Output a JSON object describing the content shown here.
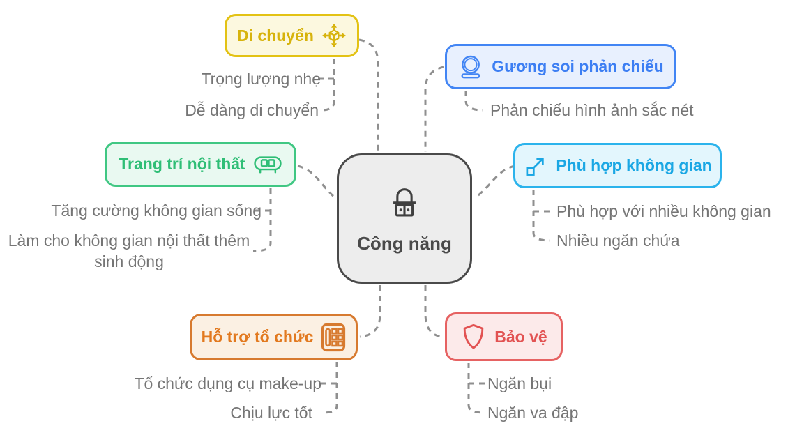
{
  "diagram": {
    "center": {
      "label": "Công năng",
      "icon": "vanity-dresser-icon",
      "border_color": "#4a4a4a",
      "bg_color": "#ededed"
    },
    "branches": [
      {
        "id": "di-chuyen",
        "label": "Di chuyển",
        "icon": "move-icon",
        "border_color": "#e3c214",
        "bg_color": "#fcf8df",
        "text_color": "#d7b30c",
        "children": [
          "Trọng lượng nhẹ",
          "Dễ dàng di chuyển"
        ]
      },
      {
        "id": "guong-soi-phan-chieu",
        "label": "Gương soi phản chiếu",
        "icon": "mirror-icon",
        "border_color": "#4285f4",
        "bg_color": "#e8f0fe",
        "text_color": "#3c7ef3",
        "children": [
          "Phản chiếu hình ảnh sắc nét"
        ]
      },
      {
        "id": "trang-tri-noi-that",
        "label": "Trang trí nội thất",
        "icon": "sofa-icon",
        "border_color": "#40c783",
        "bg_color": "#e9f9f1",
        "text_color": "#2fbe76",
        "children": [
          "Tăng cường không gian sống",
          "Làm cho không gian nội thất thêm sinh động"
        ]
      },
      {
        "id": "phu-hop-khong-gian",
        "label": "Phù hợp không gian",
        "icon": "expand-icon",
        "border_color": "#2bb3ec",
        "bg_color": "#e3f6fd",
        "text_color": "#1aa7e4",
        "children": [
          "Phù hợp với nhiều không gian",
          "Nhiều ngăn chứa"
        ]
      },
      {
        "id": "ho-tro-to-chuc",
        "label": "Hỗ trợ tổ chức",
        "icon": "organizer-icon",
        "border_color": "#d77a2f",
        "bg_color": "#fbf0e3",
        "text_color": "#e2791f",
        "children": [
          "Tổ chức dụng cụ make-up",
          "Chịu lực tốt"
        ]
      },
      {
        "id": "bao-ve",
        "label": "Bảo vệ",
        "icon": "shield-icon",
        "border_color": "#e66262",
        "bg_color": "#fceaea",
        "text_color": "#e25252",
        "children": [
          "Ngăn bụi",
          "Ngăn va đập"
        ]
      }
    ],
    "connector_color": "#8f8f8f",
    "leaf_text_color": "#757575"
  }
}
